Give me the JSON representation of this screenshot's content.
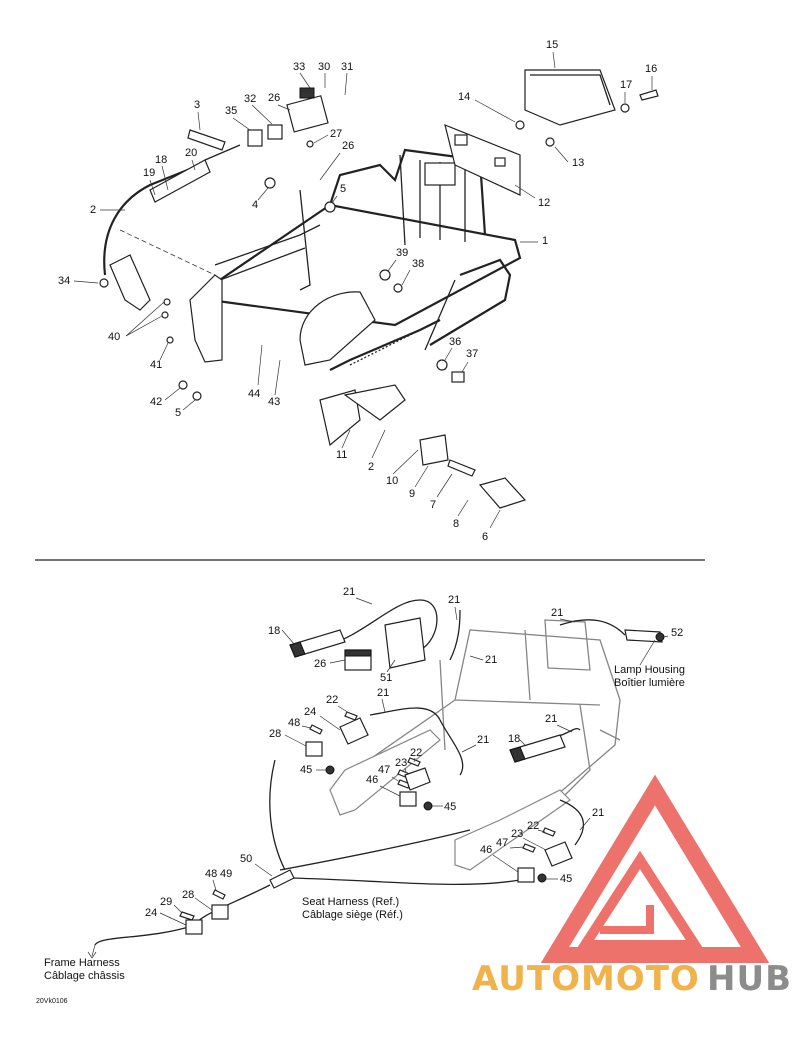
{
  "top_callouts": [
    "1",
    "2",
    "3",
    "4",
    "5",
    "6",
    "7",
    "8",
    "9",
    "10",
    "11",
    "12",
    "13",
    "14",
    "15",
    "16",
    "17",
    "18",
    "19",
    "20",
    "26",
    "27",
    "30",
    "31",
    "32",
    "33",
    "34",
    "35",
    "36",
    "37",
    "38",
    "39",
    "40",
    "41",
    "42",
    "43",
    "44"
  ],
  "bottom_callouts": [
    "18",
    "21",
    "22",
    "23",
    "24",
    "26",
    "28",
    "29",
    "45",
    "46",
    "47",
    "48",
    "49",
    "50",
    "51",
    "52"
  ],
  "labels": {
    "lamp_housing_en": "Lamp Housing",
    "lamp_housing_fr": "Boîtier lumière",
    "seat_harness_en": "Seat Harness (Ref.)",
    "seat_harness_fr": "Câblage siège (Réf.)",
    "frame_harness_en": "Frame Harness",
    "frame_harness_fr": "Câblage châssis"
  },
  "figure_ref": "20Vk0106",
  "watermark": {
    "text_a": "AUTOMOTO",
    "text_b": "HUB",
    "color_a": "#f0b24a",
    "color_b": "#8c8c8c",
    "logo_color": "#e8443a"
  }
}
